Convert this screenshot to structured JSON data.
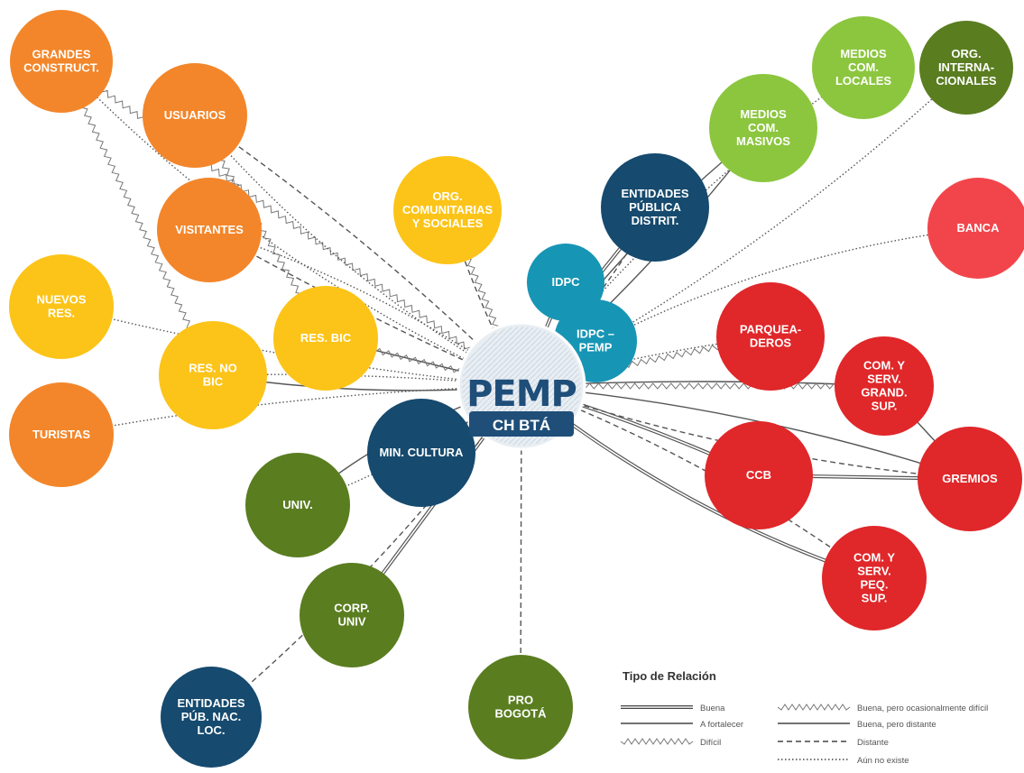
{
  "center": {
    "title": "PEMP",
    "subtitle": "CH BTÁ"
  },
  "colors": {
    "orange": "#f3862a",
    "yellow": "#fcc419",
    "teal": "#1795b5",
    "navy": "#164a6e",
    "lightgreen": "#8cc63f",
    "darkgreen": "#5a7d20",
    "red": "#e0272a",
    "salmon": "#f2454b"
  },
  "nodes": [
    {
      "id": "grandes",
      "lines": [
        "GRANDES",
        "CONSTRUCT."
      ],
      "color": "orange",
      "text": "#ffffff"
    },
    {
      "id": "usuarios",
      "lines": [
        "USUARIOS"
      ],
      "color": "orange",
      "text": "#ffffff"
    },
    {
      "id": "visitantes",
      "lines": [
        "VISITANTES"
      ],
      "color": "orange",
      "text": "#ffffff"
    },
    {
      "id": "nuevos",
      "lines": [
        "NUEVOS",
        "RES."
      ],
      "color": "yellow",
      "text": "#ffffff"
    },
    {
      "id": "turistas",
      "lines": [
        "TURISTAS"
      ],
      "color": "orange",
      "text": "#ffffff"
    },
    {
      "id": "resnobic",
      "lines": [
        "RES.  NO",
        "BIC"
      ],
      "color": "yellow",
      "text": "#ffffff"
    },
    {
      "id": "resbic",
      "lines": [
        "RES. BIC"
      ],
      "color": "yellow",
      "text": "#ffffff"
    },
    {
      "id": "orgcom",
      "lines": [
        "ORG.",
        "COMUNITARIAS",
        "Y SOCIALES"
      ],
      "color": "yellow",
      "text": "#ffffff"
    },
    {
      "id": "idpc",
      "lines": [
        "IDPC"
      ],
      "color": "teal",
      "text": "#ffffff"
    },
    {
      "id": "idpcpemp",
      "lines": [
        "IDPC –",
        "PEMP"
      ],
      "color": "teal",
      "text": "#ffffff"
    },
    {
      "id": "entdistrit",
      "lines": [
        "ENTIDADES",
        "PÚBLICA",
        "DISTRIT."
      ],
      "color": "navy",
      "text": "#ffffff"
    },
    {
      "id": "mediosmas",
      "lines": [
        "MEDIOS",
        "COM.",
        "MASIVOS"
      ],
      "color": "lightgreen",
      "text": "#ffffff"
    },
    {
      "id": "medioslocal",
      "lines": [
        "MEDIOS",
        "COM.",
        "LOCALES"
      ],
      "color": "lightgreen",
      "text": "#ffffff"
    },
    {
      "id": "orginter",
      "lines": [
        "ORG.",
        "INTERNA-",
        "CIONALES"
      ],
      "color": "darkgreen",
      "text": "#ffffff"
    },
    {
      "id": "banca",
      "lines": [
        "BANCA"
      ],
      "color": "salmon",
      "text": "#ffffff"
    },
    {
      "id": "parqueaderos",
      "lines": [
        "PARQUEA-",
        "DEROS"
      ],
      "color": "red",
      "text": "#ffffff"
    },
    {
      "id": "comgrand",
      "lines": [
        "COM. Y",
        "SERV.",
        "GRAND.",
        "SUP."
      ],
      "color": "red",
      "text": "#ffffff"
    },
    {
      "id": "ccb",
      "lines": [
        "CCB"
      ],
      "color": "red",
      "text": "#ffffff"
    },
    {
      "id": "gremios",
      "lines": [
        "GREMIOS"
      ],
      "color": "red",
      "text": "#ffffff"
    },
    {
      "id": "compeq",
      "lines": [
        "COM. Y",
        "SERV.",
        "PEQ.",
        "SUP."
      ],
      "color": "red",
      "text": "#ffffff"
    },
    {
      "id": "mincultura",
      "lines": [
        "MIN. CULTURA"
      ],
      "color": "navy",
      "text": "#ffffff"
    },
    {
      "id": "univ",
      "lines": [
        "UNIV."
      ],
      "color": "darkgreen",
      "text": "#ffffff"
    },
    {
      "id": "corpuniv",
      "lines": [
        "CORP.",
        "UNIV"
      ],
      "color": "darkgreen",
      "text": "#ffffff"
    },
    {
      "id": "probogota",
      "lines": [
        "PRO",
        "BOGOTÁ"
      ],
      "color": "darkgreen",
      "text": "#ffffff"
    },
    {
      "id": "entnac",
      "lines": [
        "ENTIDADES",
        "PÚB. NAC.",
        "LOC."
      ],
      "color": "navy",
      "text": "#ffffff"
    }
  ],
  "legend": {
    "title": "Tipo de Relación",
    "items": [
      {
        "style": "double",
        "label": "Buena"
      },
      {
        "style": "solid",
        "label": "A fortalecer"
      },
      {
        "style": "zigzag",
        "label": "Difícil"
      },
      {
        "style": "zigzag",
        "label": "Buena, pero ocasionalmente difícil"
      },
      {
        "style": "solid",
        "label": "Buena, pero distante"
      },
      {
        "style": "dashed",
        "label": "Distante"
      },
      {
        "style": "dotted",
        "label": "Aún no existe"
      }
    ]
  }
}
